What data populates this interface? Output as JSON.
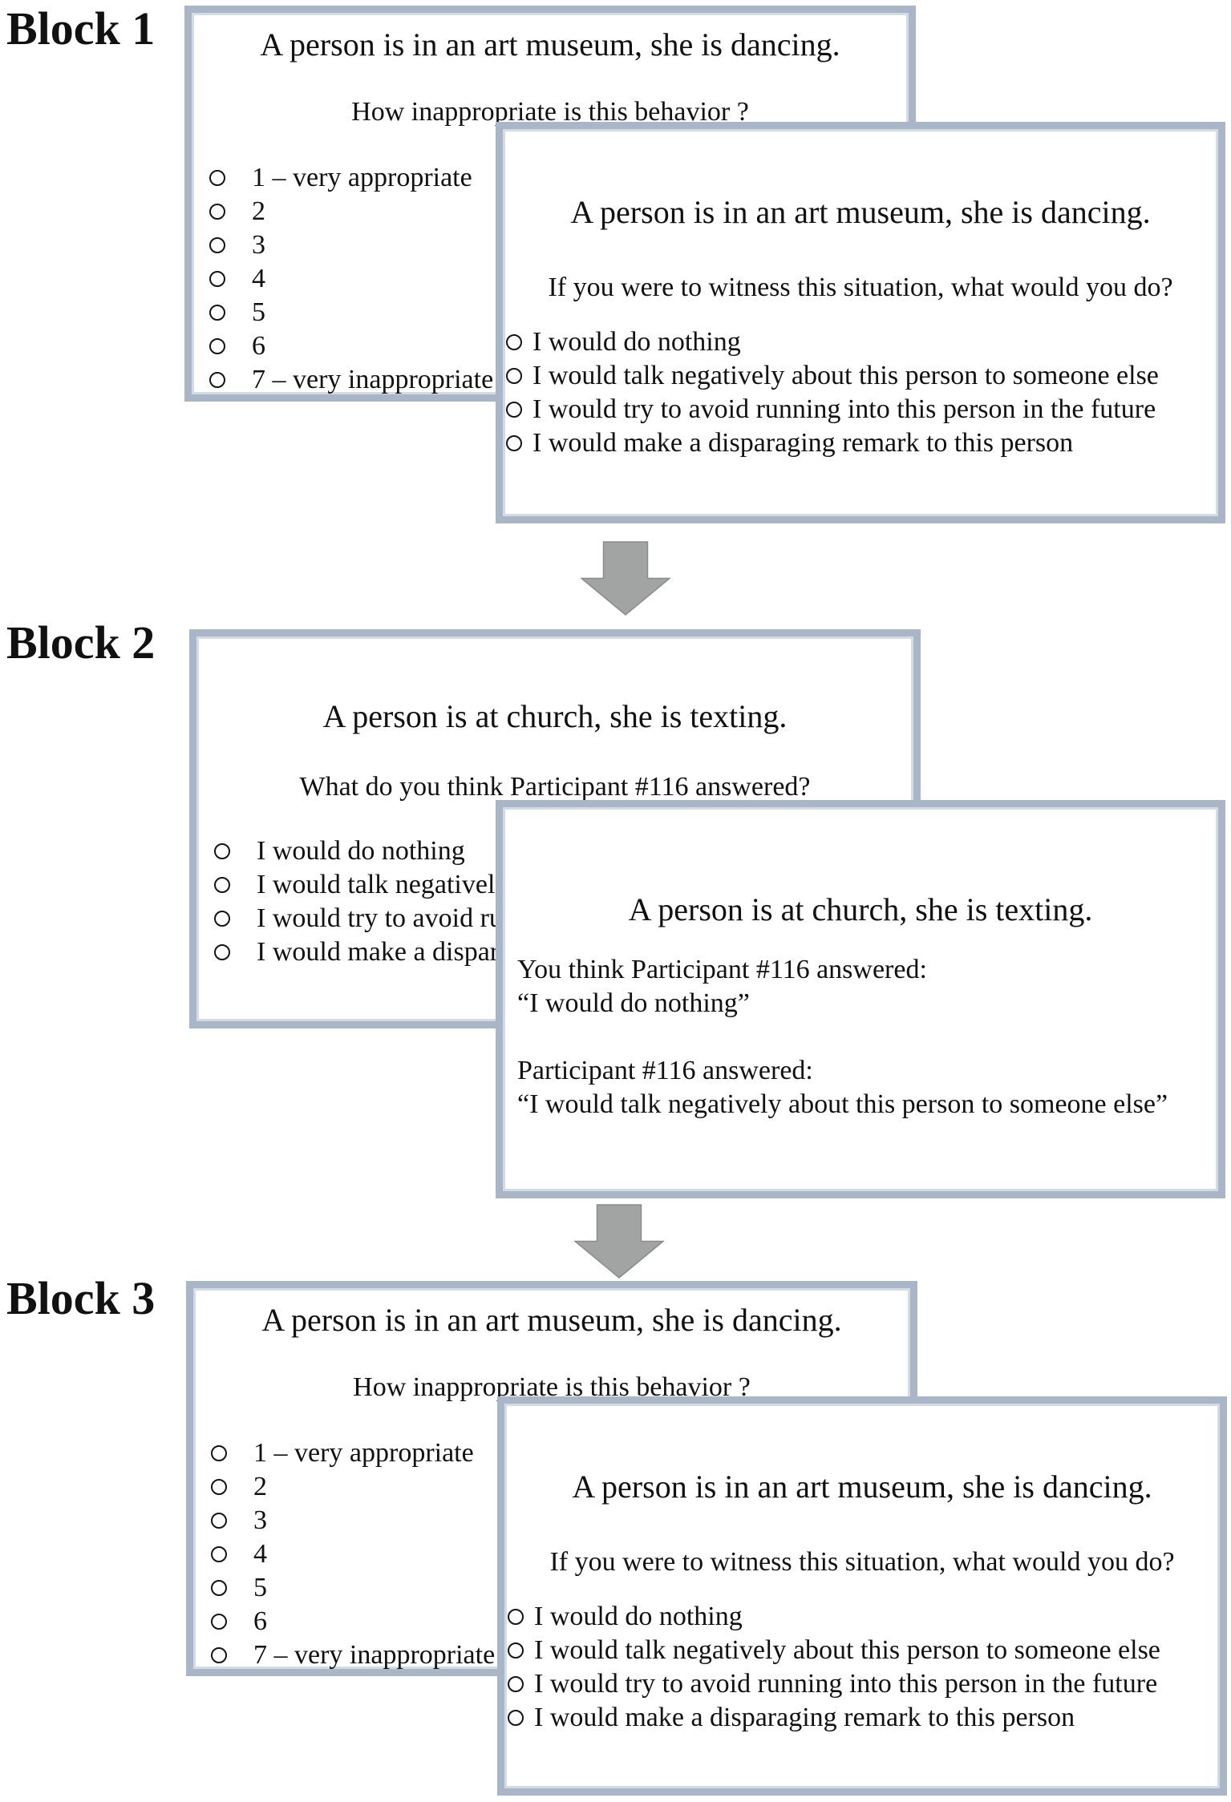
{
  "palette": {
    "background": "#ffffff",
    "border": "#a8b6c8",
    "border_inner": "#d3dce5",
    "arrow_fill": "#a2a3a3",
    "arrow_stroke": "#8a8b8b",
    "text": "#111111"
  },
  "blocks": [
    {
      "label": "Block 1",
      "cards": [
        {
          "name": "rating-slide",
          "title": "A person is in an art museum, she is dancing.",
          "question": "How inappropriate is this behavior ?",
          "options": [
            "1 – very appropriate",
            "2",
            "3",
            "4",
            "5",
            "6",
            "7 – very inappropriate"
          ]
        },
        {
          "name": "behavior-slide",
          "title": "A person is in an art museum, she is dancing.",
          "question": "If you were to witness this situation, what would you do?",
          "options": [
            "I would do nothing",
            "I would talk negatively about this person to someone else",
            "I would try to avoid running into this person in the future",
            "I would make a disparaging remark to this person"
          ]
        }
      ]
    },
    {
      "label": "Block 2",
      "cards": [
        {
          "name": "guess-slide",
          "title": "A person is at church, she is texting.",
          "question": "What do you think Participant #116 answered?",
          "options": [
            "I would do nothing",
            "I would talk negatively about this person to someone else",
            "I would try to avoid running into this person in the future",
            "I would make a disparaging remark to this person"
          ]
        },
        {
          "name": "feedback-slide",
          "title": "A person is at church, she is texting.",
          "your_guess_label": "You think Participant #116 answered:",
          "your_guess_value": "“I would do nothing”",
          "actual_label": "Participant #116 answered:",
          "actual_value": "“I would talk negatively about this person to someone else”"
        }
      ]
    },
    {
      "label": "Block 3",
      "cards": [
        {
          "name": "rating-slide",
          "title": "A person is in an art museum, she is dancing.",
          "question": "How inappropriate is this behavior ?",
          "options": [
            "1 – very appropriate",
            "2",
            "3",
            "4",
            "5",
            "6",
            "7 – very inappropriate"
          ]
        },
        {
          "name": "behavior-slide",
          "title": "A person is in an art museum, she is dancing.",
          "question": "If you were to witness this situation, what would you do?",
          "options": [
            "I would do nothing",
            "I would talk negatively about this person to someone else",
            "I would try to avoid running into this person in the future",
            "I would make a disparaging remark to this person"
          ]
        }
      ]
    }
  ]
}
